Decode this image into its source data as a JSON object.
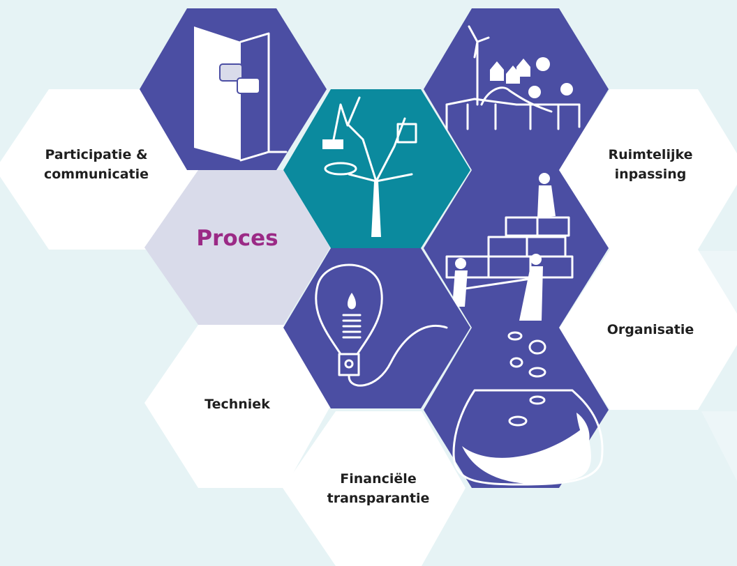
{
  "colors": {
    "background": "#e6f3f5",
    "white_hex": "#ffffff",
    "purple_hex": "#4b4ea3",
    "teal_hex": "#0b8a9e",
    "lavender_hex": "#d9dbea",
    "proces_text": "#9b2a86",
    "label_text": "#1f1f1f"
  },
  "labels": {
    "participatie": [
      "Participatie &",
      "communicatie"
    ],
    "ruimtelijke": [
      "Ruimtelijke",
      "inpassing"
    ],
    "proces": "Proces",
    "organisatie": "Organisatie",
    "techniek": "Techniek",
    "financiele": [
      "Financiële",
      "transparantie"
    ]
  },
  "illustrations": {
    "door": "door-with-speech-bubbles-icon",
    "landscape": "wind-turbine-puzzle-landscape-icon",
    "tree": "money-tree-icon",
    "builders": "people-building-blocks-icon",
    "lightbulb": "lightbulb-droplet-icon",
    "pot": "coins-pot-fire-icon"
  }
}
